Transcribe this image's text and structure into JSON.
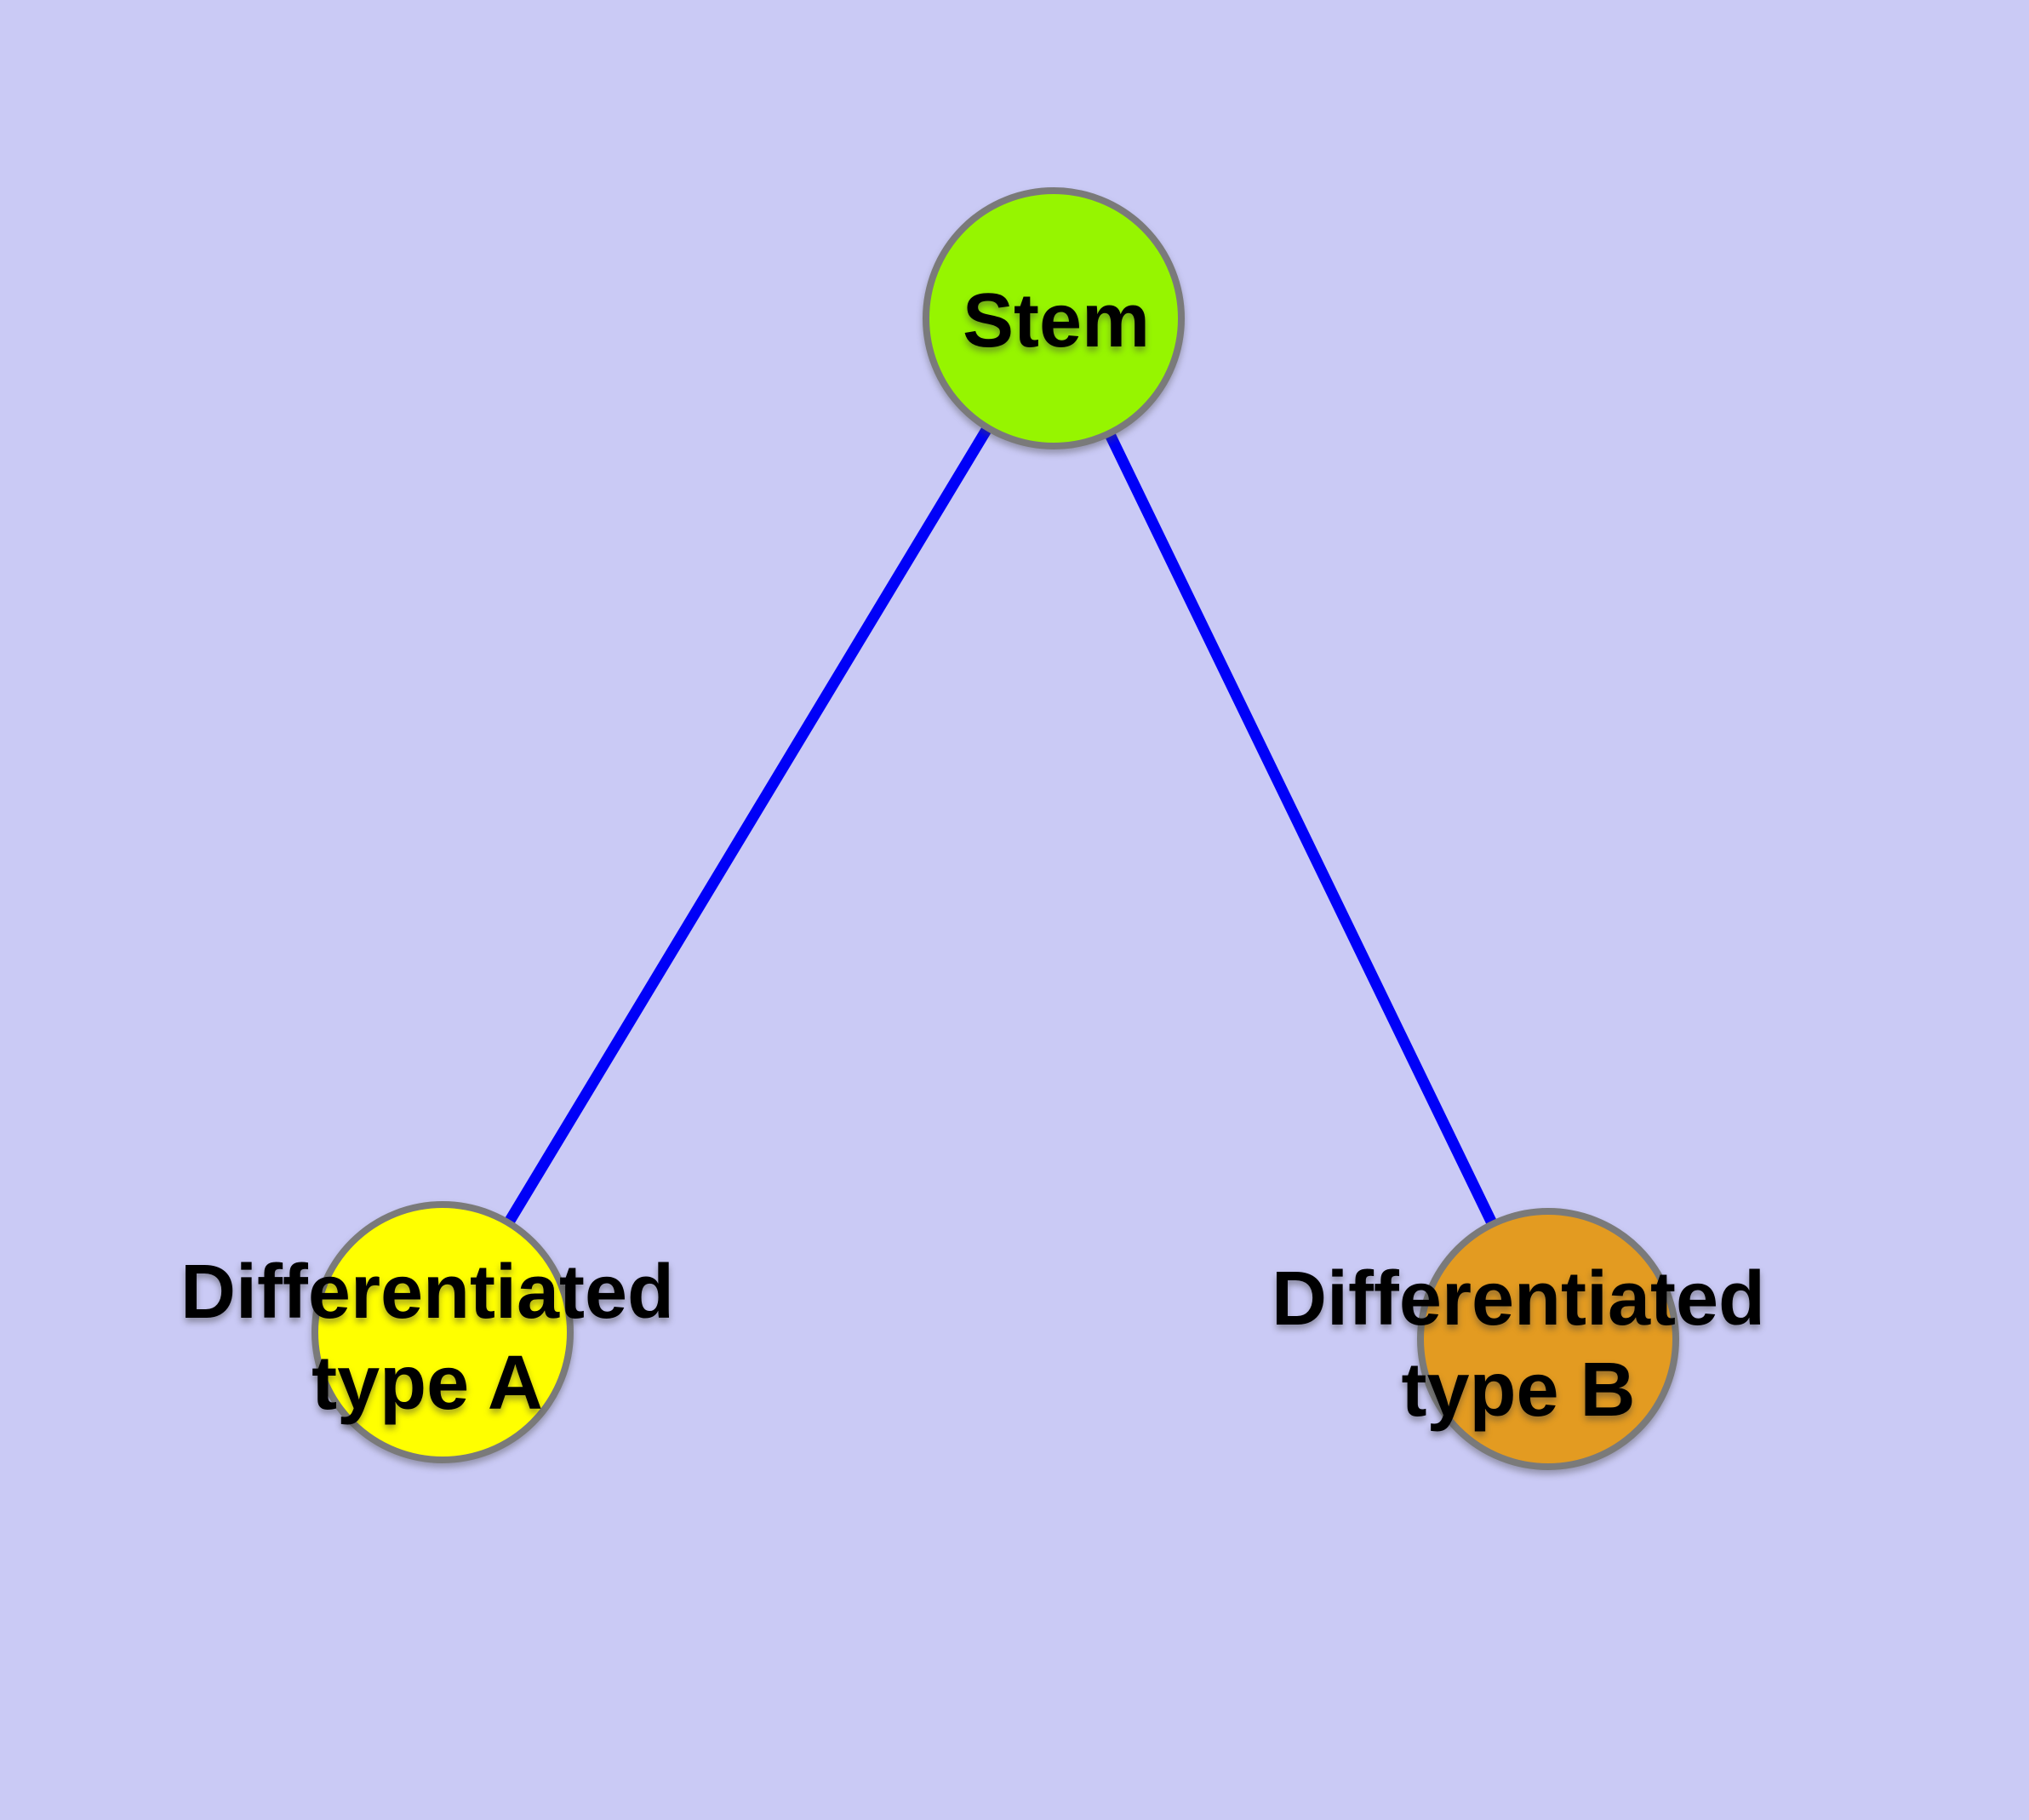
{
  "diagram": {
    "title": "Stem cell differentiation diagram",
    "background_color": "#cacaf5",
    "edge_color": "#0000f8",
    "node_border_color": "#7a7a7a",
    "label_color": "#000000",
    "nodes": {
      "stem": {
        "label": "Stem",
        "fill": "#96f500"
      },
      "type_a": {
        "label_line1": "Differentiated",
        "label_line2": "type A",
        "label_full": "Differentiated type A",
        "fill": "#ffff00"
      },
      "type_b": {
        "label_line1": "Differentiated",
        "label_line2": "type B",
        "label_full": "Differentiated type B",
        "fill": "#e39b21"
      }
    },
    "edges": [
      {
        "from": "Stem",
        "to": "Differentiated type A"
      },
      {
        "from": "Stem",
        "to": "Differentiated type B"
      }
    ]
  }
}
